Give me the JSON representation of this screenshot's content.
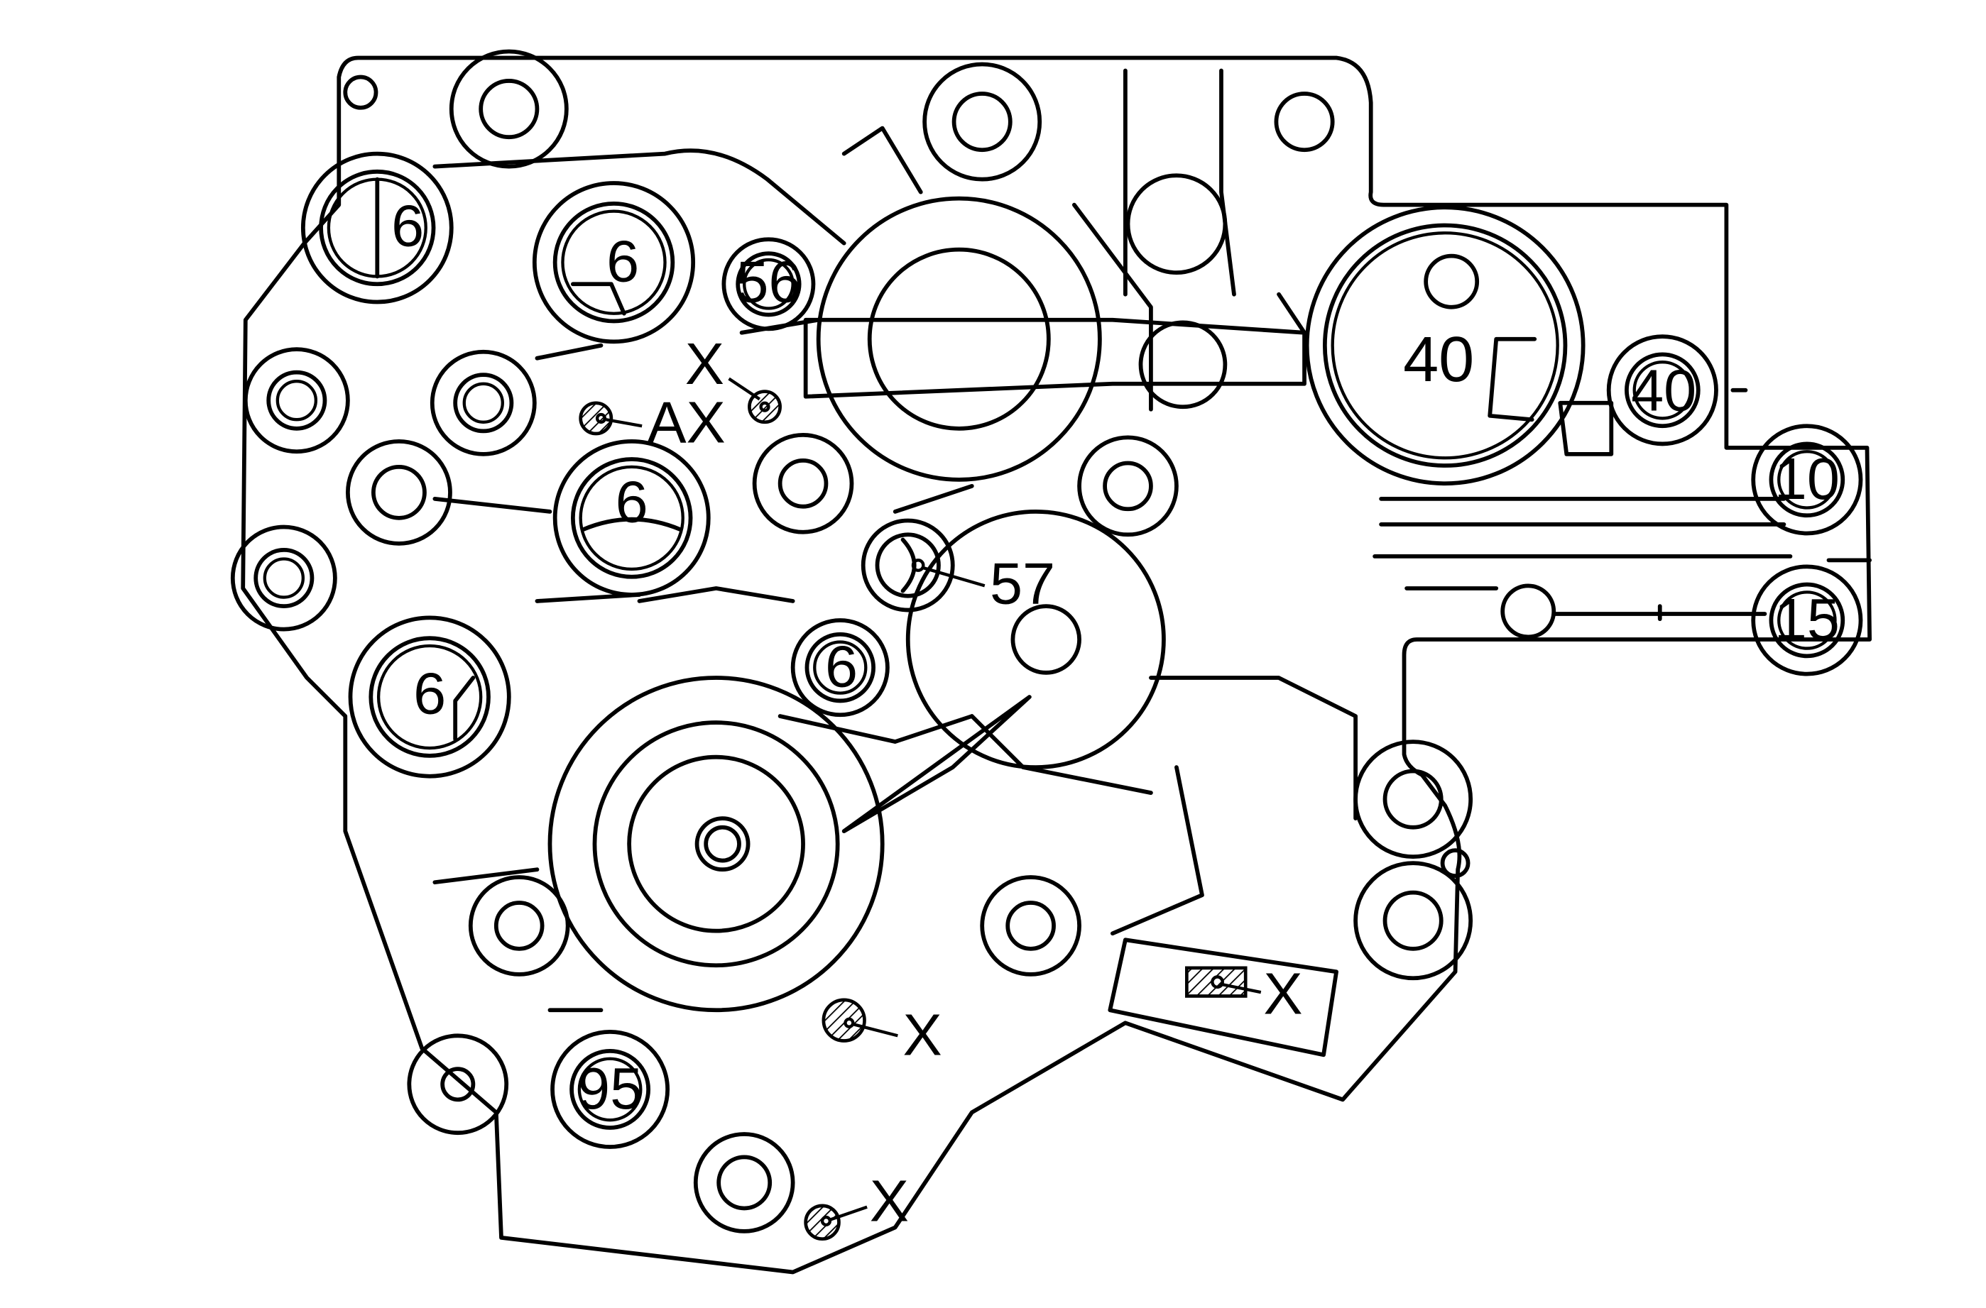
{
  "diagram": {
    "labels": {
      "b1": "6",
      "b2": "6",
      "b3": "56",
      "b4": "6",
      "b5": "57",
      "b6": "6",
      "b7": "6",
      "b8": "40",
      "b9": "40",
      "b10": "10",
      "b11": "15",
      "b12": "95",
      "x1": "X",
      "ax": "AX",
      "x2": "X",
      "x3": "X",
      "x4": "X"
    }
  }
}
